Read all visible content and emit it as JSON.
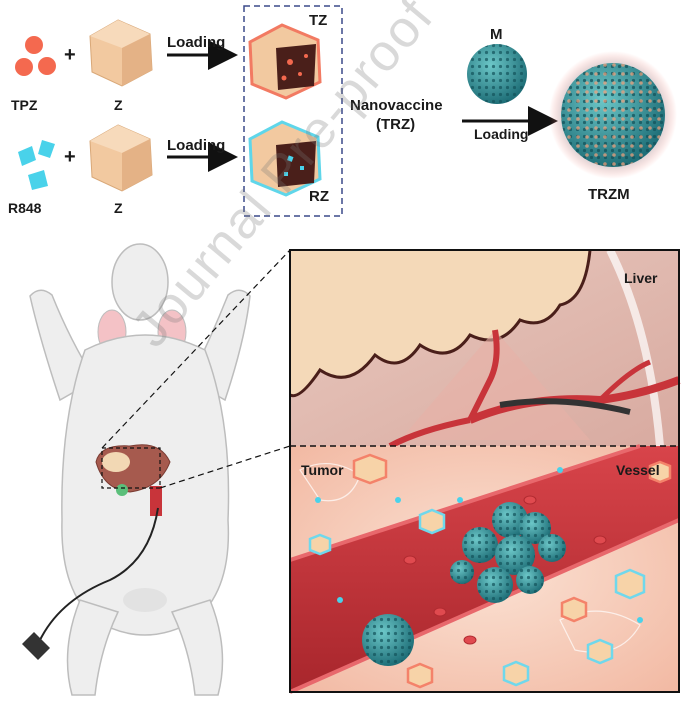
{
  "labels": {
    "tpz": "TPZ",
    "r848": "R848",
    "z_top": "Z",
    "z_bottom": "Z",
    "plus_top": "+",
    "plus_bottom": "+",
    "loading_top": "Loading",
    "loading_bottom": "Loading",
    "tz": "TZ",
    "rz": "RZ",
    "nanovaccine_line1": "Nanovaccine",
    "nanovaccine_line2": "(TRZ)",
    "m": "M",
    "loading_m": "Loading",
    "trzm": "TRZM",
    "liver": "Liver",
    "tumor": "Tumor",
    "vessel": "Vessel"
  },
  "watermark": "Journal Pre-proof",
  "colors": {
    "tpz_red": "#f4694f",
    "r848_cyan": "#49d2ea",
    "z_tan": "#f2c9a0",
    "dashed_box": "#3b4a8a",
    "vessel_red": "#c8343a",
    "mof_teal": "#2d9aa0",
    "liver_pink": "#e8c4bb",
    "rabbit_white": "#eeeeee"
  }
}
